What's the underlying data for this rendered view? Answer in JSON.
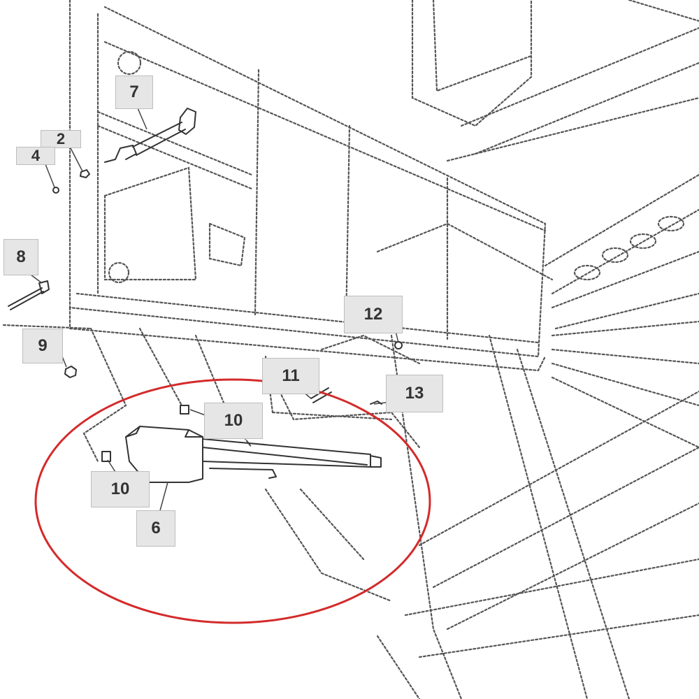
{
  "diagram": {
    "type": "exploded-parts-diagram",
    "highlight_color": "#d42a2a",
    "line_color": "#4a4a4a",
    "label_bg": "#e6e6e6",
    "callouts": [
      {
        "id": "c7",
        "text": "7"
      },
      {
        "id": "c2",
        "text": "2"
      },
      {
        "id": "c4",
        "text": "4"
      },
      {
        "id": "c8",
        "text": "8"
      },
      {
        "id": "c9",
        "text": "9"
      },
      {
        "id": "c12",
        "text": "12"
      },
      {
        "id": "c11",
        "text": "11"
      },
      {
        "id": "c13",
        "text": "13"
      },
      {
        "id": "c10a",
        "text": "10"
      },
      {
        "id": "c10b",
        "text": "10"
      },
      {
        "id": "c6",
        "text": "6"
      }
    ]
  }
}
